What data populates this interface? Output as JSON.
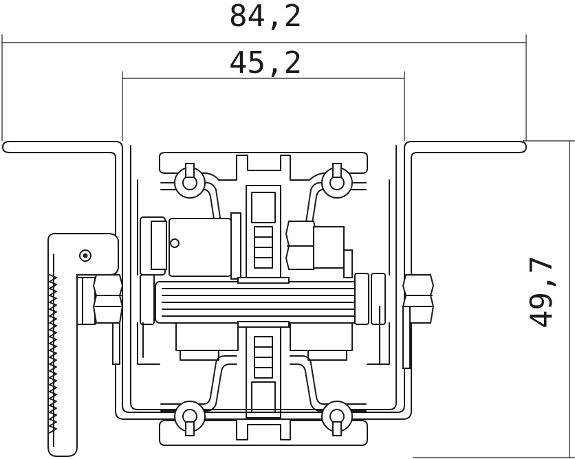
{
  "dimensions": {
    "overall_width": "84,2",
    "inner_width": "45,2",
    "height": "49,7"
  },
  "colors": {
    "line": "#1a1a1a",
    "background": "#ffffff"
  }
}
